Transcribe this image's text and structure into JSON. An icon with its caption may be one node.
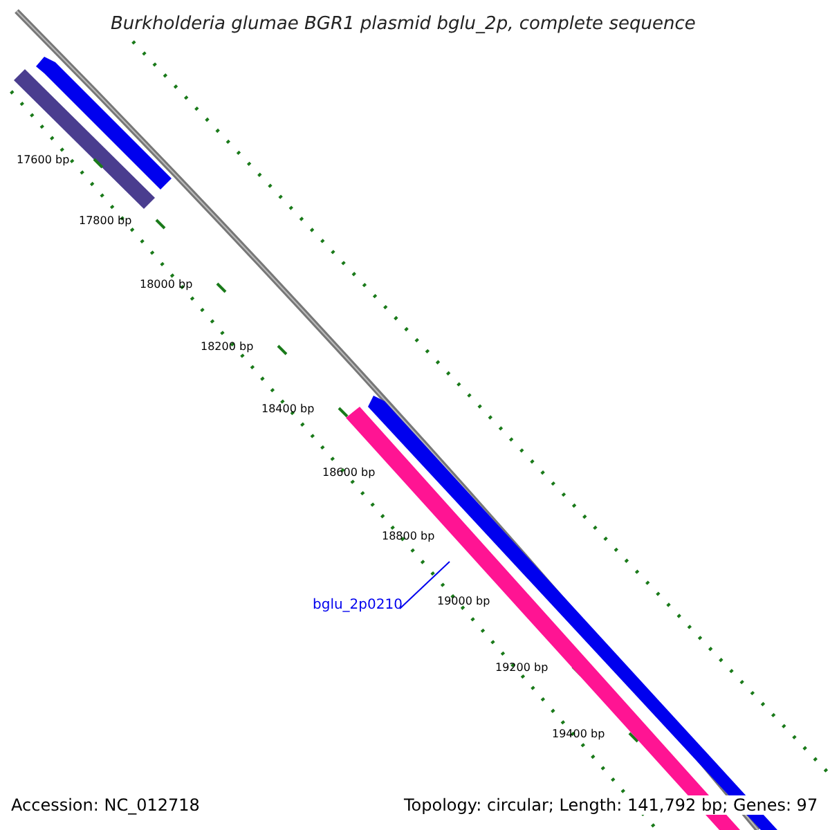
{
  "diagram": {
    "title": "Burkholderia glumae BGR1 plasmid bglu_2p, complete sequence",
    "nodes": [
      {
        "text": [
          "bglu_2p0210"
        ]
      },
      {
        "text": [],
        "shape": "bar"
      }
    ],
    "edges": [
      {
        "from": 0,
        "to": 1,
        "arrow": "none"
      }
    ],
    "labels": [
      "17600 bp",
      "17800 bp",
      "18000 bp",
      "18200 bp",
      "18400 bp",
      "18600 bp",
      "18800 bp",
      "19000 bp",
      "19200 bp",
      "19400 bp",
      "Accession: NC_012718",
      "Topology: circular; Length: 141,792 bp; Genes: 97"
    ]
  }
}
